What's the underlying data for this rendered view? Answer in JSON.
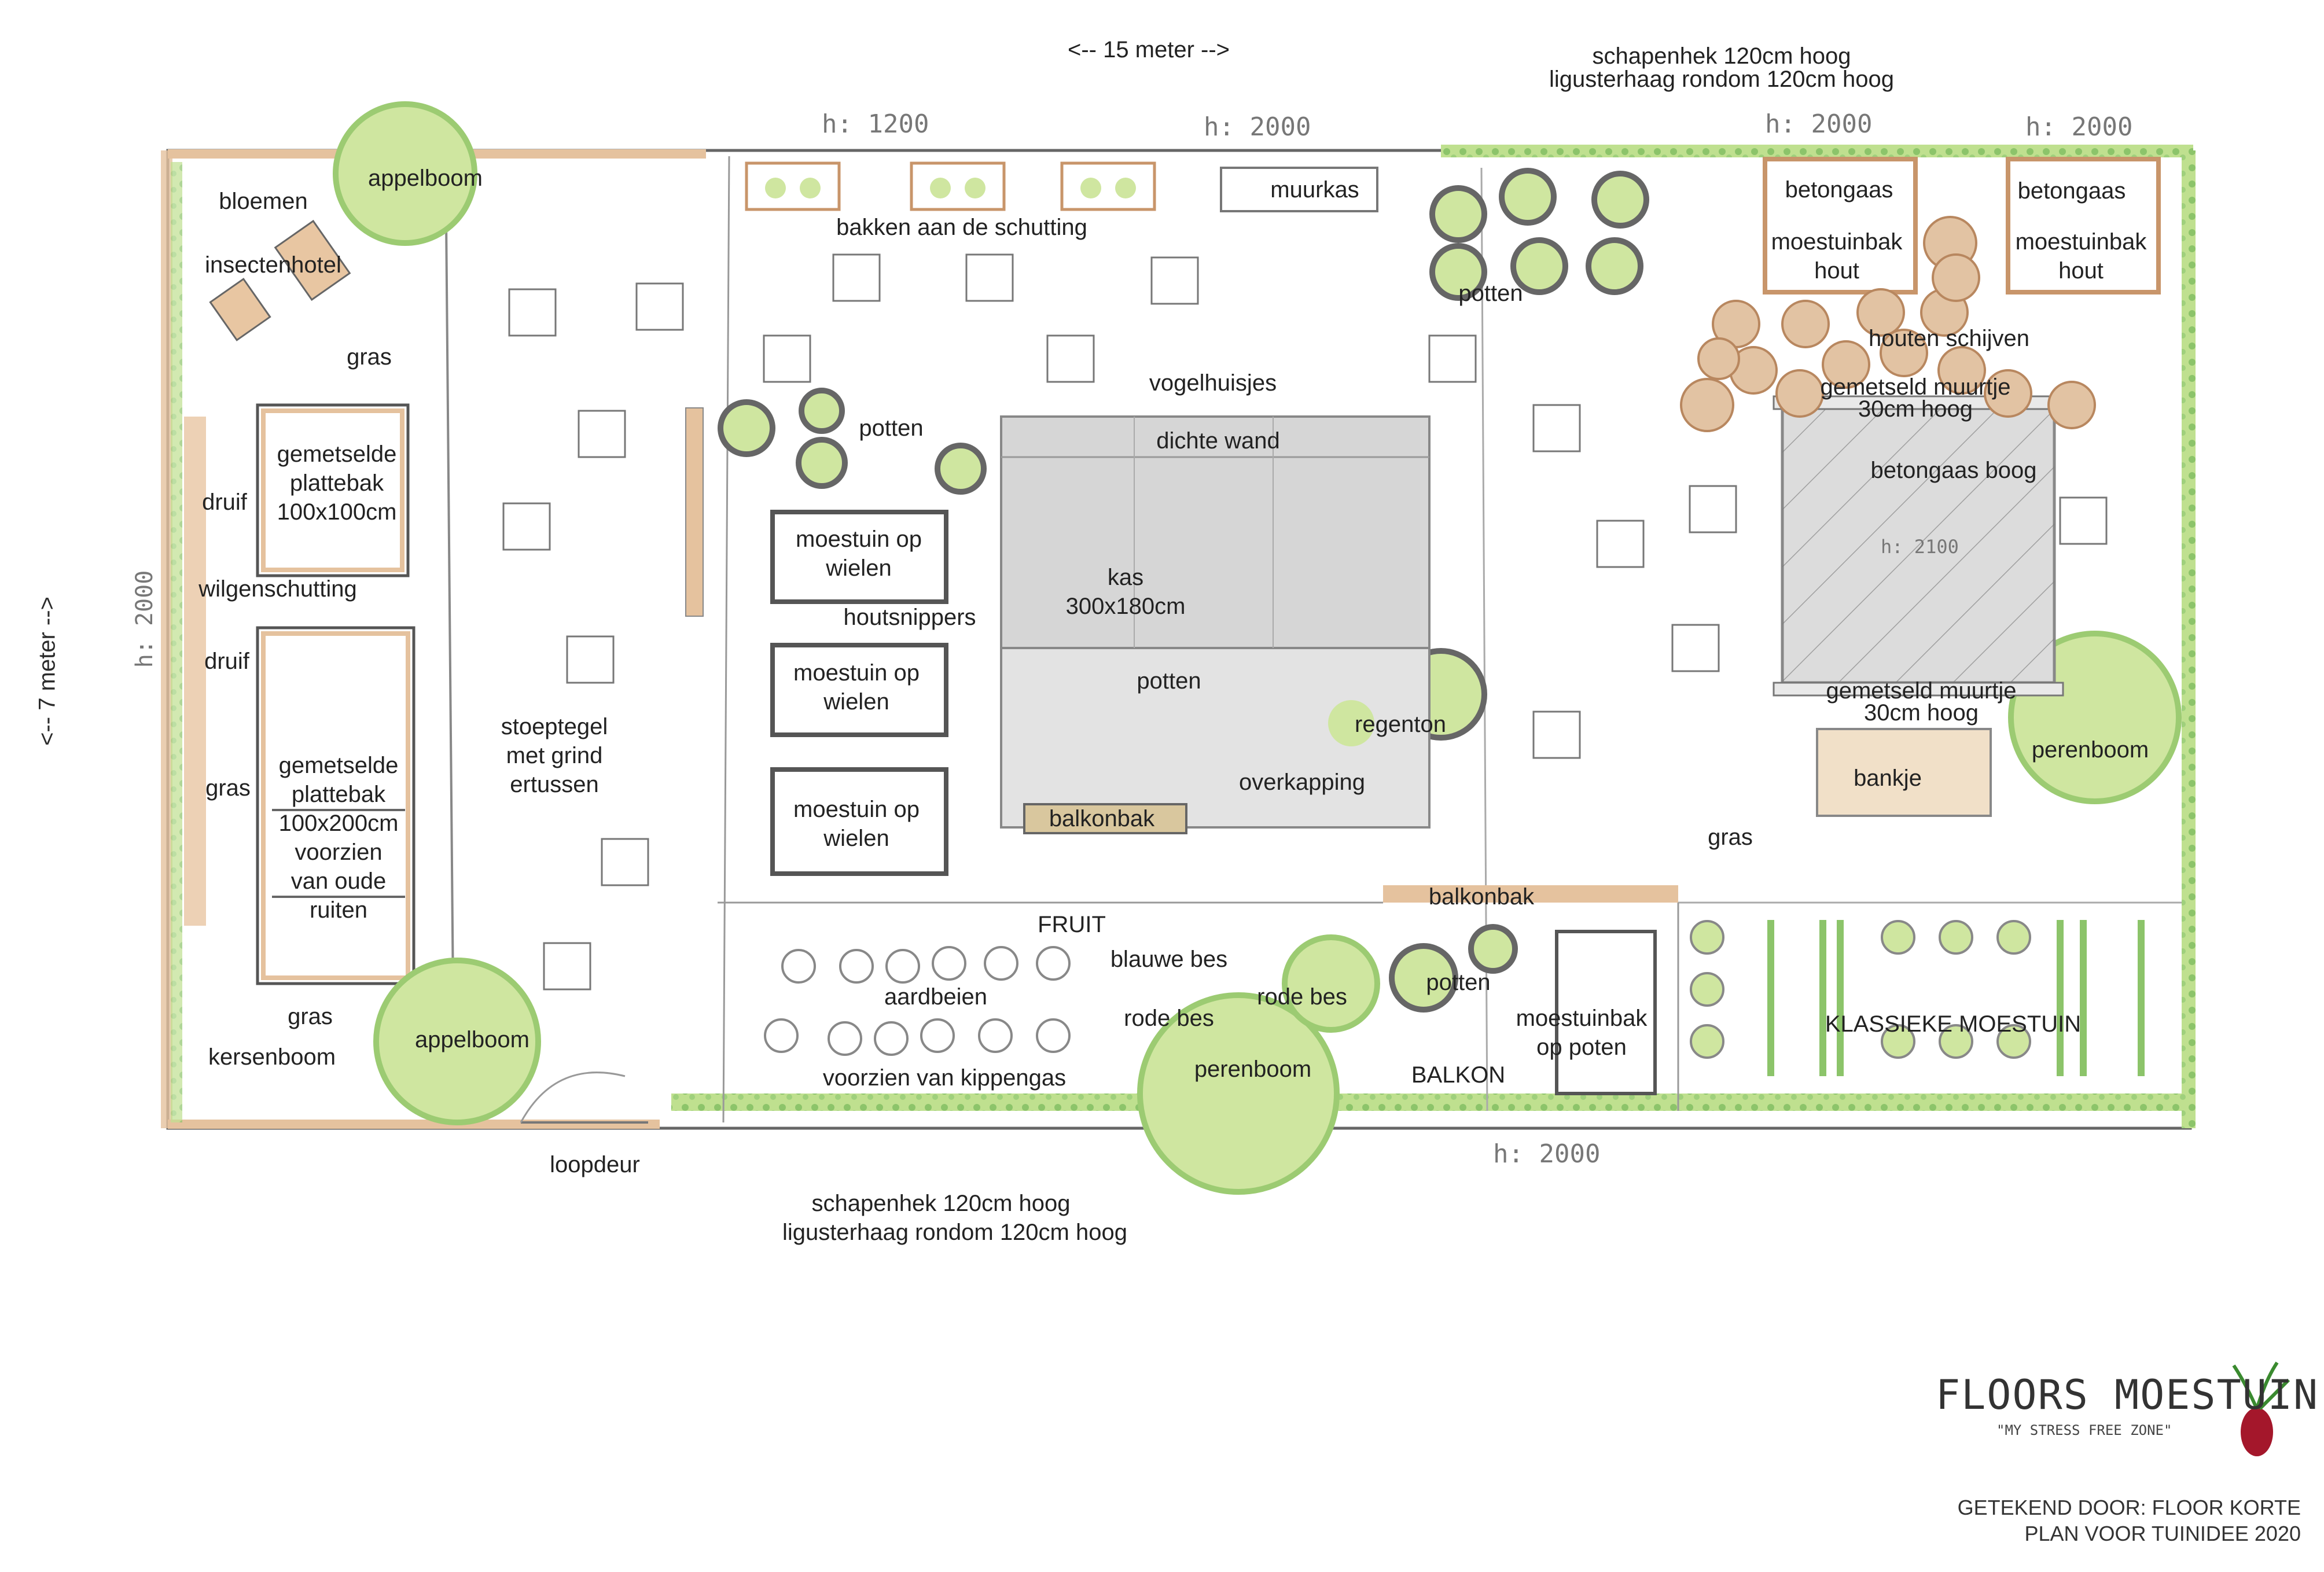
{
  "dimensions": {
    "width_label": "<-- 15 meter -->",
    "height_label": "<-- 7 meter -->"
  },
  "top_fence": {
    "line1": "schapenhek 120cm hoog",
    "line2": "ligusterhaag rondom 120cm hoog"
  },
  "bottom_fence": {
    "line1": "schapenhek 120cm hoog",
    "line2": "ligusterhaag rondom 120cm hoog"
  },
  "heights": {
    "h1200": "h: 1200",
    "h2000_top_mid": "h: 2000",
    "h2000_top_right1": "h: 2000",
    "h2000_top_right2": "h: 2000",
    "h2000_left": "h: 2000",
    "h2000_bottom": "h: 2000",
    "h2100": "h: 2100"
  },
  "labels": {
    "bloemen": "bloemen",
    "appelboom_top": "appelboom",
    "insectenhotel": "insectenhotel",
    "gras_top": "gras",
    "druif1": "druif",
    "plattebak_small": [
      "gemetselde",
      "plattebak",
      "100x100cm"
    ],
    "wilgenschutting": "wilgenschutting",
    "druif2": "druif",
    "gras_left": "gras",
    "plattebak_large": [
      "gemetselde",
      "plattebak",
      "100x200cm",
      "voorzien",
      "van oude",
      "ruiten"
    ],
    "gras_bottom": "gras",
    "kersenboom": "kersenboom",
    "appelboom_bottom": "appelboom",
    "loopdeur": "loopdeur",
    "stoeptegel": [
      "stoeptegel",
      "met grind",
      "ertussen"
    ],
    "bakken": "bakken aan de schutting",
    "muurkas": "muurkas",
    "potten_top": "potten",
    "vogelhuisjes": "vogelhuisjes",
    "potten_left": "potten",
    "dichte_wand": "dichte wand",
    "moestuin_wielen1": [
      "moestuin op",
      "wielen"
    ],
    "houtsnippers": "houtsnippers",
    "kas": [
      "kas",
      "300x180cm"
    ],
    "moestuin_wielen2": [
      "moestuin op",
      "wielen"
    ],
    "potten_kas": "potten",
    "regenton": "regenton",
    "overkapping": "overkapping",
    "moestuin_wielen3": [
      "moestuin op",
      "wielen"
    ],
    "balkonbak1": "balkonbak",
    "fruit": "FRUIT",
    "blauwe_bes": "blauwe bes",
    "aardbeien": "aardbeien",
    "rode_bes1": "rode bes",
    "rode_bes2": "rode bes",
    "perenboom_bottom": "perenboom",
    "kippengas": "voorzien van kippengas",
    "betongaas1": "betongaas",
    "moestuinbak_hout1": [
      "moestuinbak",
      "hout"
    ],
    "betongaas2": "betongaas",
    "moestuinbak_hout2": [
      "moestuinbak",
      "hout"
    ],
    "houten_schijven": "houten schijven",
    "muurtje_top": [
      "gemetseld muurtje",
      "30cm hoog"
    ],
    "betongaas_boog": "betongaas boog",
    "muurtje_bottom": [
      "gemetseld muurtje",
      "30cm hoog"
    ],
    "perenboom_right": "perenboom",
    "bankje": "bankje",
    "gras_right": "gras",
    "balkonbak2": "balkonbak",
    "potten_balkon": "potten",
    "moestuinbak_poten": [
      "moestuinbak",
      "op poten"
    ],
    "balkon": "BALKON",
    "klassieke": "KLASSIEKE MOESTUIN"
  },
  "branding": {
    "title": "FLOORS MOESTUIN",
    "tagline": "\"MY STRESS FREE ZONE\"",
    "credit1": "GETEKEND DOOR: FLOOR KORTE",
    "credit2": "PLAN VOOR TUINIDEE 2020"
  },
  "colors": {
    "hedge": "#8cc46a",
    "tree": "#cfe6a0",
    "wood": "#d9a77a",
    "kas": "#d6d6d6",
    "outline": "#5a5a5a"
  }
}
